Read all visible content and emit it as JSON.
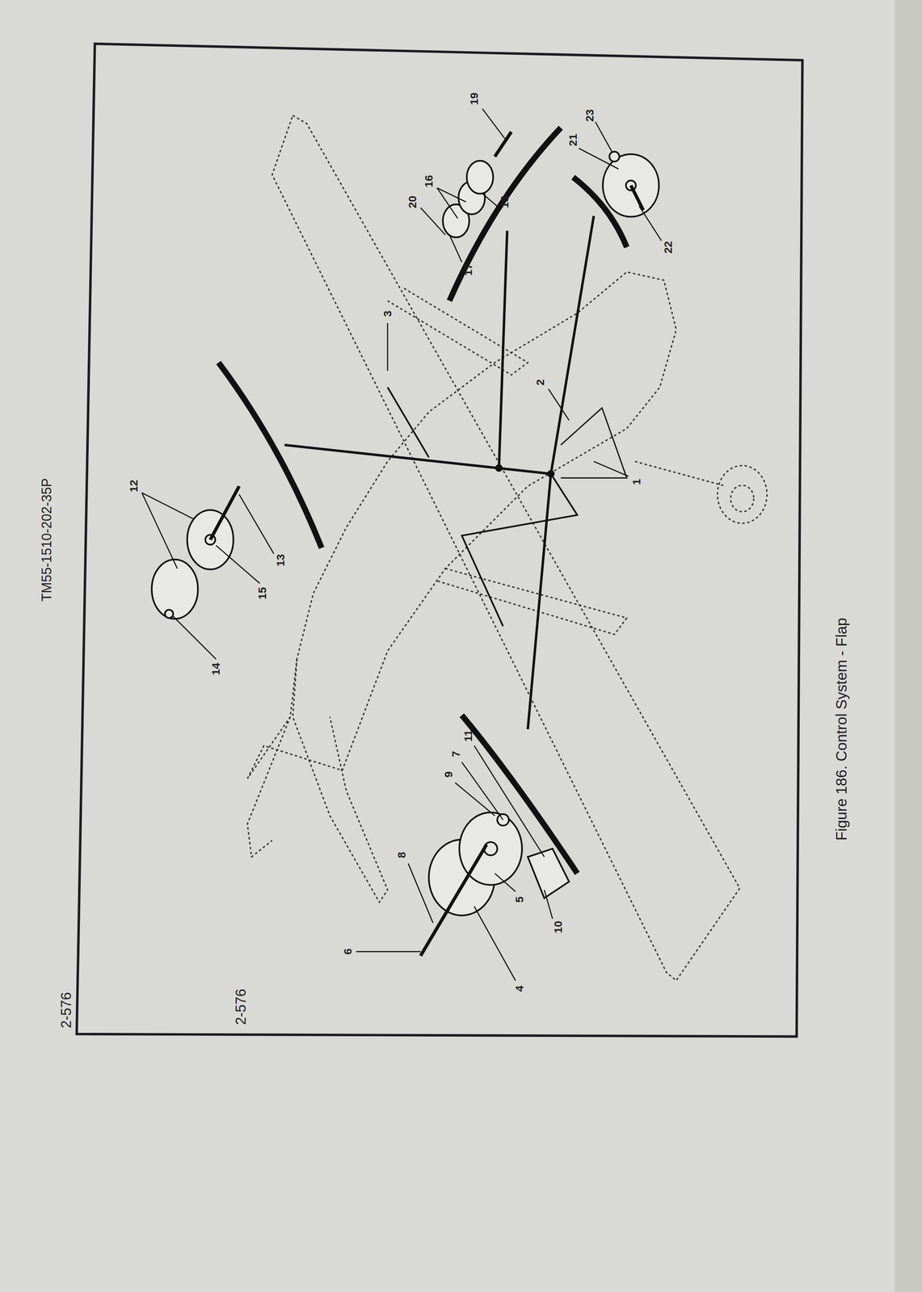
{
  "diagram": {
    "caption": "Figure 186. Control System - Flap",
    "labels": [
      "TM55-1510-202-35P",
      "2-576",
      "2-576",
      "1",
      "2",
      "3",
      "4",
      "5",
      "6",
      "7",
      "8",
      "9",
      "10",
      "11",
      "12",
      "13",
      "14",
      "15",
      "16",
      "17",
      "18",
      "19",
      "20",
      "21",
      "22",
      "23"
    ]
  }
}
